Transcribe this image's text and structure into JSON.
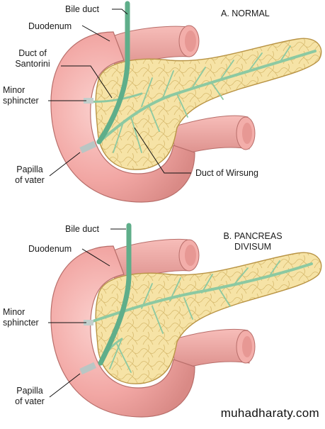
{
  "panel_a": {
    "title": "A. NORMAL",
    "labels": {
      "bile_duct": "Bile duct",
      "duodenum": "Duodenum",
      "duct_santorini_1": "Duct of",
      "duct_santorini_2": "Santorini",
      "minor_sphincter_1": "Minor",
      "minor_sphincter_2": "sphincter",
      "papilla_1": "Papilla",
      "papilla_2": "of vater",
      "duct_wirsung": "Duct of Wirsung"
    }
  },
  "panel_b": {
    "title_1": "B. PANCREAS",
    "title_2": "DIVISUM",
    "labels": {
      "bile_duct": "Bile duct",
      "duodenum": "Duodenum",
      "minor_sphincter_1": "Minor",
      "minor_sphincter_2": "sphincter",
      "papilla_1": "Papilla",
      "papilla_2": "of vater"
    }
  },
  "watermark": "muhadharaty.com",
  "colors": {
    "duodenum": "#f2a7a4",
    "duodenum_dark": "#d9807e",
    "pancreas": "#f6e3a6",
    "pancreas_edge": "#c9a95a",
    "duct": "#8cc9a2",
    "bile_duct": "#5fae8a"
  }
}
